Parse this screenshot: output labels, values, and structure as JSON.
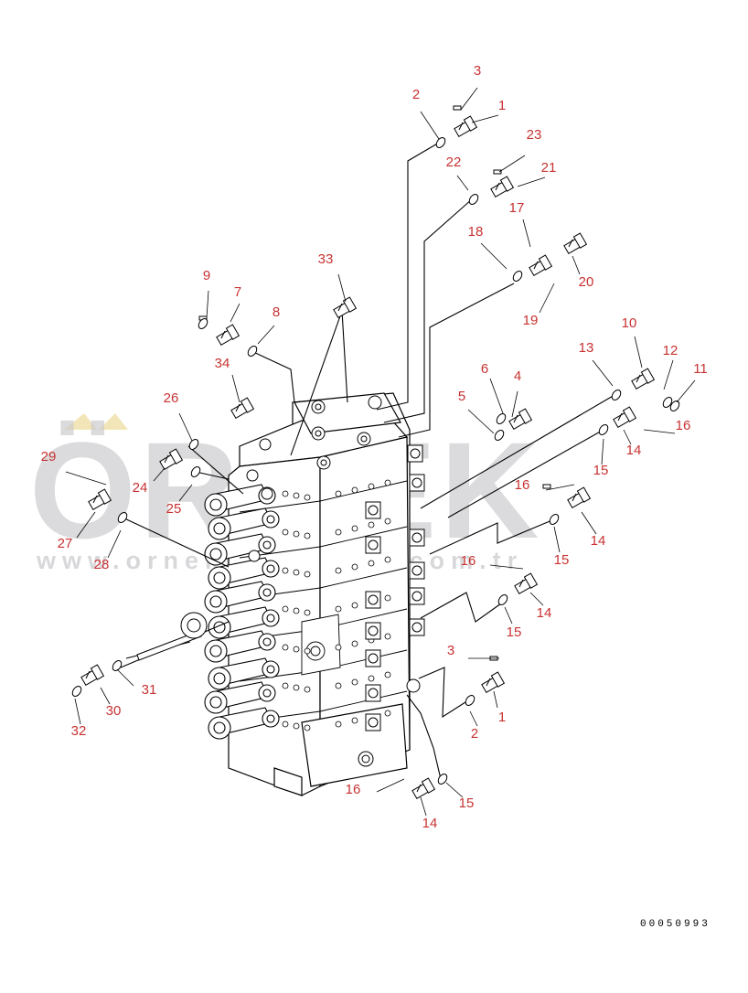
{
  "document_number": "00050993",
  "watermark": {
    "brand": "ÖRNEK",
    "url": "www.ornekiskinalari.com.tr",
    "color": "#c8c8cc",
    "accent": "#f2e6b8"
  },
  "callout_color": "#c83232",
  "line_color": "#000000",
  "callouts": {
    "c1a": "1",
    "c2a": "2",
    "c3a": "3",
    "c4": "4",
    "c5": "5",
    "c6": "6",
    "c7": "7",
    "c8": "8",
    "c9": "9",
    "c10": "10",
    "c11": "11",
    "c12": "12",
    "c13": "13",
    "c14a": "14",
    "c14b": "14",
    "c14c": "14",
    "c14d": "14",
    "c15a": "15",
    "c15b": "15",
    "c15c": "15",
    "c15d": "15",
    "c16a": "16",
    "c16b": "16",
    "c16c": "16",
    "c16d": "16",
    "c17": "17",
    "c18": "18",
    "c19": "19",
    "c20": "20",
    "c21": "21",
    "c22": "22",
    "c23": "23",
    "c24": "24",
    "c25": "25",
    "c26": "26",
    "c27": "27",
    "c28": "28",
    "c29": "29",
    "c30": "30",
    "c31": "31",
    "c32": "32",
    "c33": "33",
    "c34": "34",
    "c1b": "1",
    "c2b": "2",
    "c3b": "3"
  }
}
